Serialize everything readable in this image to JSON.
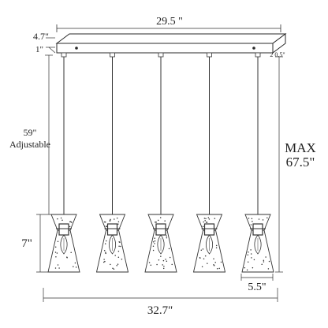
{
  "dimensions": {
    "canopy_length": "29.5 \"",
    "canopy_depth": "4.7\"",
    "canopy_height": "1\"",
    "canopy_offset": "2 0.5\"",
    "rod_length_value": "59\"",
    "rod_length_note": "Adjustable",
    "max_label": "MAX",
    "max_height": "67.5\"",
    "shade_height": "7\"",
    "shade_width": "5.5\"",
    "overall_width": "32.7\""
  },
  "pendant_count": 5,
  "colors": {
    "line": "#333333",
    "canopy": "#2a2a2a",
    "text": "#222222"
  }
}
